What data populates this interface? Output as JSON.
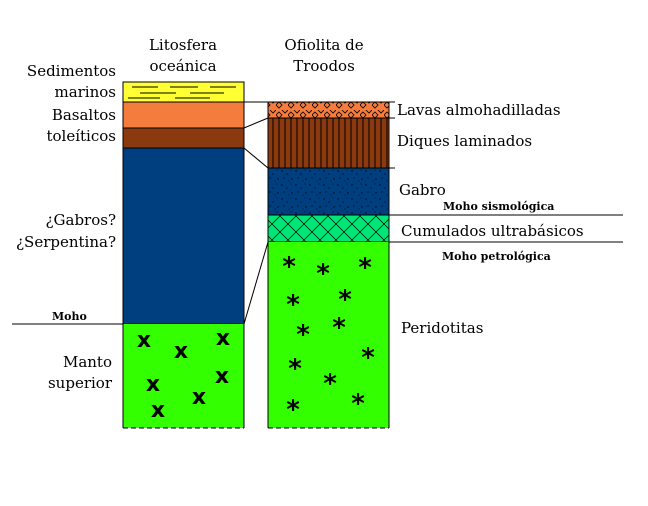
{
  "left_column": {
    "title_line1": "Litosfera",
    "title_line2": "oceánica",
    "layers": [
      {
        "label_line1": "Sedimentos",
        "label_line2": "marinos",
        "color": "#FFFF33"
      },
      {
        "label_line1": "Basaltos",
        "label_line2": "toleíticos",
        "color": "#F47C3C"
      },
      {
        "label_line1": "",
        "label_line2": "",
        "color": "#8B3A0F"
      },
      {
        "label_line1": "¿Gabros?",
        "label_line2": "¿Serpentina?",
        "color": "#003F7F"
      },
      {
        "label_line1": "Manto",
        "label_line2": "superior",
        "color": "#33FF00"
      }
    ],
    "moho_label": "Moho"
  },
  "right_column": {
    "title_line1": "Ofiolita de",
    "title_line2": "Troodos",
    "layers": [
      {
        "label": "Lavas almohadilladas",
        "color": "#F47C3C"
      },
      {
        "label": "Diques laminados",
        "color": "#8B3A0F"
      },
      {
        "label": "Gabro",
        "color": "#003F7F"
      },
      {
        "label": "Cumulados ultrabásicos",
        "color": "#00E676"
      },
      {
        "label": "Peridotitas",
        "color": "#33FF00"
      }
    ],
    "moho_sismologica_label": "Moho sismológica",
    "moho_petrologica_label": "Moho petrológica"
  }
}
